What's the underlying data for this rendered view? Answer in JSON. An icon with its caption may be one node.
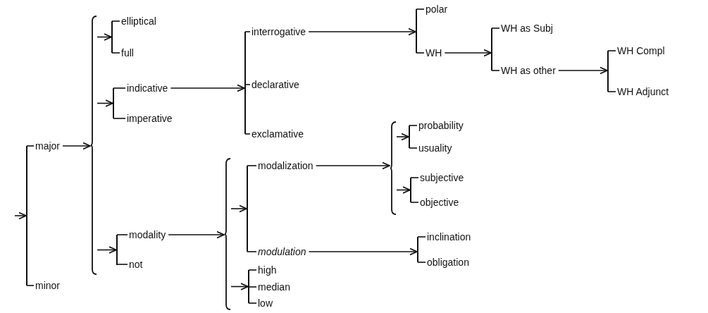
{
  "diagram": {
    "nodes": [
      {
        "text": [],
        "shape": "bracket"
      },
      {
        "text": [
          "major"
        ]
      },
      {
        "text": [
          "minor"
        ]
      },
      {
        "text": [],
        "shape": "brace"
      },
      {
        "text": [],
        "shape": "bracket"
      },
      {
        "text": [
          "elliptical"
        ]
      },
      {
        "text": [
          "full"
        ]
      },
      {
        "text": [],
        "shape": "bracket"
      },
      {
        "text": [
          "indicative"
        ]
      },
      {
        "text": [
          "imperative"
        ]
      },
      {
        "text": [],
        "shape": "bracket"
      },
      {
        "text": [
          "modality"
        ]
      },
      {
        "text": [
          "not"
        ]
      },
      {
        "text": [],
        "shape": "bracket"
      },
      {
        "text": [
          "interrogative"
        ]
      },
      {
        "text": [
          "declarative"
        ]
      },
      {
        "text": [
          "exclamative"
        ]
      },
      {
        "text": [],
        "shape": "brace"
      },
      {
        "text": [],
        "shape": "bracket"
      },
      {
        "text": [
          "modalization"
        ]
      },
      {
        "text": [
          "modulation"
        ]
      },
      {
        "text": [],
        "shape": "bracket"
      },
      {
        "text": [
          "high"
        ]
      },
      {
        "text": [
          "median"
        ]
      },
      {
        "text": [
          "low"
        ]
      },
      {
        "text": [],
        "shape": "bracket"
      },
      {
        "text": [
          "polar"
        ]
      },
      {
        "text": [
          "WH"
        ]
      },
      {
        "text": [],
        "shape": "brace"
      },
      {
        "text": [],
        "shape": "bracket"
      },
      {
        "text": [
          "probability"
        ]
      },
      {
        "text": [
          "usuality"
        ]
      },
      {
        "text": [],
        "shape": "bracket"
      },
      {
        "text": [
          "subjective"
        ]
      },
      {
        "text": [
          "objective"
        ]
      },
      {
        "text": [],
        "shape": "bracket"
      },
      {
        "text": [
          "inclination"
        ]
      },
      {
        "text": [
          "obligation"
        ]
      },
      {
        "text": [],
        "shape": "bracket"
      },
      {
        "text": [
          "WH as Subj"
        ]
      },
      {
        "text": [
          "WH as other"
        ]
      },
      {
        "text": [],
        "shape": "bracket"
      },
      {
        "text": [
          "WH Compl"
        ]
      },
      {
        "text": [
          "WH Adjunct"
        ]
      }
    ],
    "edges": [
      {
        "from": null,
        "to": 0,
        "arrow": "to"
      },
      {
        "from": 0,
        "to": 1,
        "arrow": "none"
      },
      {
        "from": 0,
        "to": 2,
        "arrow": "none"
      },
      {
        "from": 1,
        "to": 3,
        "arrow": "to"
      },
      {
        "from": 3,
        "to": 4,
        "arrow": "to"
      },
      {
        "from": 3,
        "to": 7,
        "arrow": "to"
      },
      {
        "from": 3,
        "to": 10,
        "arrow": "to"
      },
      {
        "from": 4,
        "to": 5,
        "arrow": "none"
      },
      {
        "from": 4,
        "to": 6,
        "arrow": "none"
      },
      {
        "from": 7,
        "to": 8,
        "arrow": "none"
      },
      {
        "from": 7,
        "to": 9,
        "arrow": "none"
      },
      {
        "from": 10,
        "to": 11,
        "arrow": "none"
      },
      {
        "from": 10,
        "to": 12,
        "arrow": "none"
      },
      {
        "from": 8,
        "to": 13,
        "arrow": "to"
      },
      {
        "from": 13,
        "to": 14,
        "arrow": "none"
      },
      {
        "from": 13,
        "to": 15,
        "arrow": "none"
      },
      {
        "from": 13,
        "to": 16,
        "arrow": "none"
      },
      {
        "from": 11,
        "to": 17,
        "arrow": "to"
      },
      {
        "from": 17,
        "to": 18,
        "arrow": "to"
      },
      {
        "from": 17,
        "to": 21,
        "arrow": "to"
      },
      {
        "from": 18,
        "to": 19,
        "arrow": "none"
      },
      {
        "from": 18,
        "to": 20,
        "arrow": "none"
      },
      {
        "from": 21,
        "to": 22,
        "arrow": "none"
      },
      {
        "from": 21,
        "to": 23,
        "arrow": "none"
      },
      {
        "from": 21,
        "to": 24,
        "arrow": "none"
      },
      {
        "from": 14,
        "to": 25,
        "arrow": "to"
      },
      {
        "from": 25,
        "to": 26,
        "arrow": "none"
      },
      {
        "from": 25,
        "to": 27,
        "arrow": "none"
      },
      {
        "from": 19,
        "to": 28,
        "arrow": "to"
      },
      {
        "from": 28,
        "to": 29,
        "arrow": "to"
      },
      {
        "from": 28,
        "to": 32,
        "arrow": "to"
      },
      {
        "from": 29,
        "to": 30,
        "arrow": "none"
      },
      {
        "from": 29,
        "to": 31,
        "arrow": "none"
      },
      {
        "from": 32,
        "to": 33,
        "arrow": "none"
      },
      {
        "from": 32,
        "to": 34,
        "arrow": "none"
      },
      {
        "from": 20,
        "to": 35,
        "arrow": "to"
      },
      {
        "from": 35,
        "to": 36,
        "arrow": "none"
      },
      {
        "from": 35,
        "to": 37,
        "arrow": "none"
      },
      {
        "from": 27,
        "to": 38,
        "arrow": "to"
      },
      {
        "from": 38,
        "to": 39,
        "arrow": "none"
      },
      {
        "from": 38,
        "to": 40,
        "arrow": "none"
      },
      {
        "from": 40,
        "to": 41,
        "arrow": "to"
      },
      {
        "from": 41,
        "to": 42,
        "arrow": "none"
      },
      {
        "from": 41,
        "to": 43,
        "arrow": "none"
      }
    ]
  }
}
